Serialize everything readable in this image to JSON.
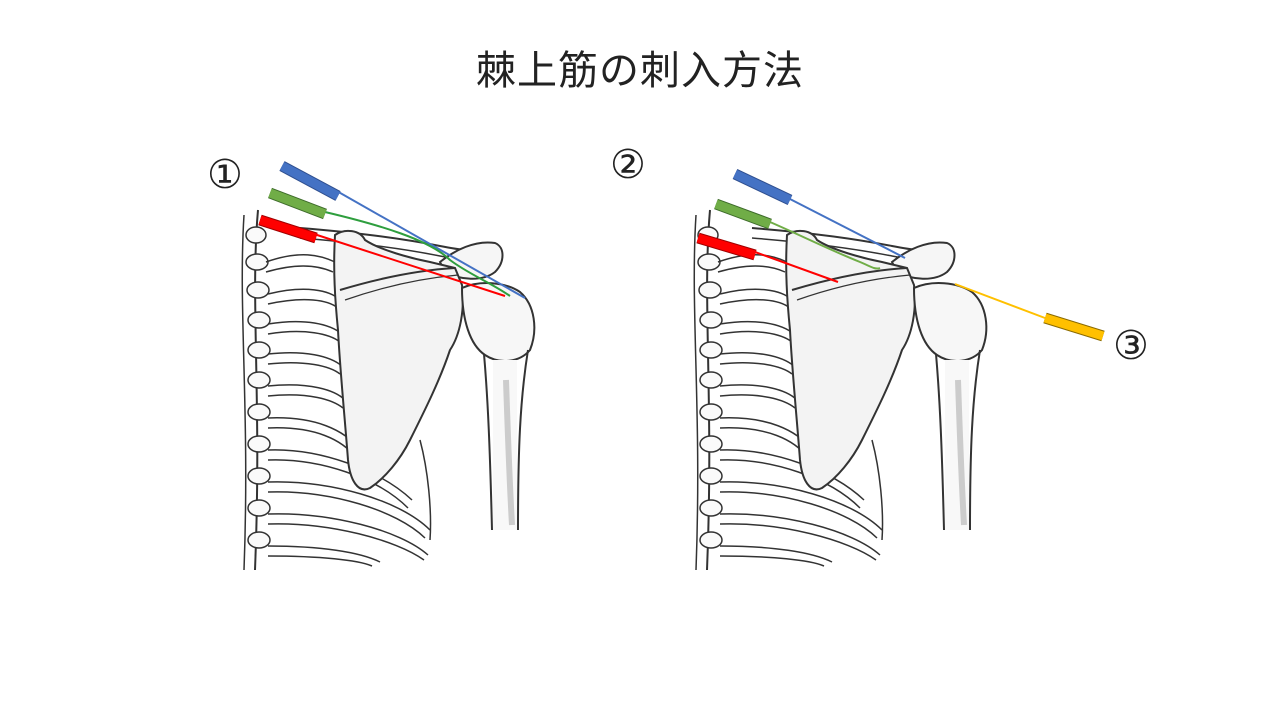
{
  "title": "棘上筋の刺入方法",
  "labels": {
    "method_1": "①",
    "method_2": "②",
    "method_3": "③"
  },
  "colors": {
    "blue_needle": "#4472c4",
    "green_needle": "#70ad47",
    "red_needle": "#ff0000",
    "yellow_needle": "#ffc000",
    "bone_outline": "#333333",
    "bone_fill": "#f4f4f4"
  },
  "icons": [
    "blue-needle-icon",
    "green-needle-icon",
    "red-needle-icon",
    "yellow-needle-icon"
  ]
}
